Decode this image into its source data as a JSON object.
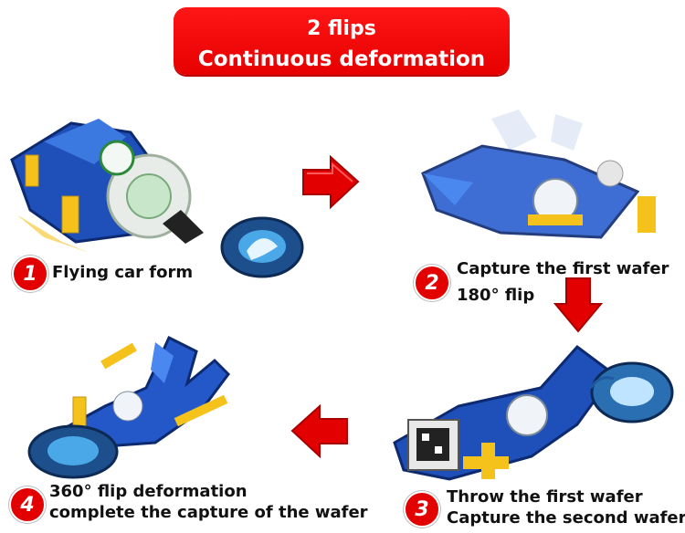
{
  "banner": {
    "line1": "2 flips",
    "line2": "Continuous deformation"
  },
  "steps": [
    {
      "number": "1",
      "lines": [
        "Flying car form"
      ]
    },
    {
      "number": "2",
      "lines": [
        "Capture the first wafer",
        "180° flip"
      ]
    },
    {
      "number": "3",
      "lines": [
        "Throw the first wafer",
        "Capture the second wafer"
      ]
    },
    {
      "number": "4",
      "lines": [
        "360° flip deformation",
        "complete the capture of the wafer"
      ]
    }
  ],
  "colors": {
    "accent_red": "#e20000",
    "toy_blue": "#1f4fb8",
    "toy_yellow": "#f5c21b"
  }
}
